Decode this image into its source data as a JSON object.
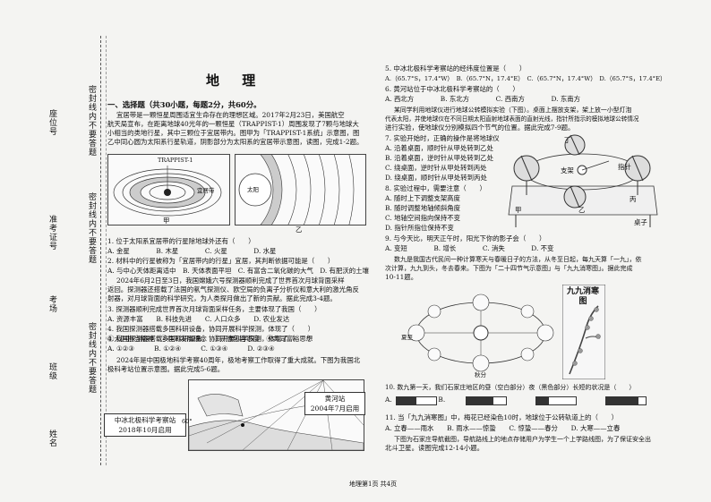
{
  "side": {
    "seat": "座位号",
    "exam_no": "准考证号",
    "room": "考场",
    "class": "班级",
    "name": "姓名",
    "seal1": "密封线内不要答题",
    "seal2": "密封线内不要答题",
    "seal3": "密封线内不要答题"
  },
  "header": {
    "title": "地 理"
  },
  "left": {
    "sec1": "一、选择题（共30小题，每题2分，共60分。",
    "intro1": "宜居带是一颗恒星周围适宜生命存在的理想区域。2017年2月23日，美国航空",
    "intro2": "航天局宣布，在距离地球40光年的一颗恒星（TRAPPIST-1）周围发现了7颗与地球大",
    "intro3": "小相当的类地行星，其中三颗位于宜居带内。图甲为「TRAPPIST-1系统」示意图，图",
    "intro4": "乙中同心圆为太阳系行星轨道，阴影部分为太阳系的宜居带示意图，读图，完成1-2题。",
    "fig1_label": "TRAPPIST-1",
    "fig1_hab": "宜居带",
    "fig1_cap": "甲",
    "fig2_sun": "太阳",
    "fig2_cap": "乙",
    "q1": "1. 位于太阳系宜居带的行星除地球外还有（　　）",
    "q1opts": "A. 金星　　　　B. 木星　　　　C. 火星　　　　D. 水星",
    "q2": "2. 材料中的行星被称为「宜居带内的行星」宜居，其判断依据可能是（　　）",
    "q2opts": "A. 与中心天体距离适中　B. 天体表面平坦　C. 有富含二氧化碳的大气　D. 有肥沃的土壤",
    "intro5": "2024年6月2日至3日，我国嫦娥六号探测器顺利完成了世界首次月球背面采样",
    "intro6": "返回。探测器还搭载了法国的氡气探测仪、欧空局的负离子分析仪和意大利的激光角反",
    "intro7": "射器，对月球背面的科学研究，为人类探月做出了新的贡献。据此完成3-4题。",
    "q3": "3. 探测器顺利完成世界首次月球背面采样任务，主要体现了我国（　　）",
    "q3opts": "A. 资源丰富　　B. 科技先进　　C. 人口众多　　D. 农业发达",
    "q4": "4. 我国探测器搭载多国科研设备，协同开展科学探测，体现了（　　）",
    "q4opts": "①大国担当精神　②共同发展理念　③开放包容态度　④共同富裕思想",
    "q4ans": "A. ①②③　　　B. ①②④　　　C. ①③④　　　D. ②③④",
    "intro8": "2024年是中国极地科学考察40周年，极地考察工作取得了重大成就。下图为我国北",
    "intro9": "极科考站位置示意图。据此完成5-6题。",
    "stn1_name": "中冰北极科学考察站",
    "stn1_date": "2018年10月启用",
    "stn2_name": "黄河站",
    "stn2_date": "2004年7月启用",
    "lat60": "60°"
  },
  "right": {
    "q5": "5. 中冰北极科学考察站的经纬度位置是（　　）",
    "q5opts": "A.（65.7°S，17.4°W）　B.（65.7°N，17.4°E）　C.（65.7°N，17.4°W）　D.（65.7°S，17.4°E）",
    "q6": "6. 黄河站位于中冰北极科学考察站的（　　）",
    "q6opts": "A. 西北方　　　　B. 东北方　　　　C. 西南方　　　　D. 东南方",
    "intro1": "某同学利用地球仪进行地球公转模拟实验（下图）。桌面上摆放支架，架上放一小型灯泡",
    "intro2": "代表太阳，并使地球仪在不同日期太阳直射地球表面的直射光线，指针所指示的模拟地球公转情况",
    "intro3": "进行实验，使地球仪分别模拟四个节气的位置。据此完成7-9题。",
    "q7": "7. 实验开始时，正确的操作是将地球仪",
    "q7a": "A. 沿着桌面，顺时针从甲处转到乙处",
    "q7b": "B. 沿着桌面，逆时针从甲处转到乙处",
    "q7c": "C. 绕桌面，逆时针从甲处转到丙处",
    "q7d": "D. 绕桌面，顺时针从甲处转到丙处",
    "q8": "8. 实验过程中，需要注意（　　）",
    "q8a": "A. 随时上下调整支架高度",
    "q8b": "B. 随时调整地轴倾斜角度",
    "q8c": "C. 地轴空间指向保持不变",
    "q8d": "D. 指针所指位保持不变",
    "q9": "9. 与今天比，明天正午时，阳光下你的影子会（　　）",
    "q9opts": "A. 变短　　　　B. 增长　　　　C. 消失　　　　D. 不变",
    "lab_jia": "甲",
    "lab_yi": "乙",
    "lab_bing": "丙",
    "lab_ding": "丁",
    "lab_zhijia": "支架",
    "lab_zhizhen": "指针",
    "lab_zhuozi": "桌子",
    "intro4": "数九是我国古代民间一种计算寒天与春暖日子的方法，从冬至日起，每九天算「一九」，依",
    "intro5": "次计算，九九到头，冬去春来。下图为「二十四节气示意图」与「九九消寒图」。据此完成",
    "intro6": "10-11题。",
    "xiazhi": "夏至",
    "qiufen": "秋分",
    "jiujiu_title": "九九消寒图",
    "q10": "10. 数九第一天，我们石家庄地区的昼（空白部分）夜（黑色部分）长短的状况是（　　）",
    "q10opts": "A.　　　　　　　B.　　　　　　　C.　　　　　　　D.",
    "q11": "11. 当「九九消寒图」中，梅花已经染色10时，地球位于公转轨道上的（　　）",
    "q11opts": "A. 立春——雨水　　B. 雨水——惊蛰　　C. 惊蛰——春分　　D. 大寒——立春",
    "intro7": "下图为石家庄导航截图，导航路线上的地点存储用户为学生一个上学路线图，为了保证安全出",
    "intro8": "北斗卫星。读图完成12-14小题。"
  },
  "footer": {
    "page": "地理第1页 共4页"
  }
}
